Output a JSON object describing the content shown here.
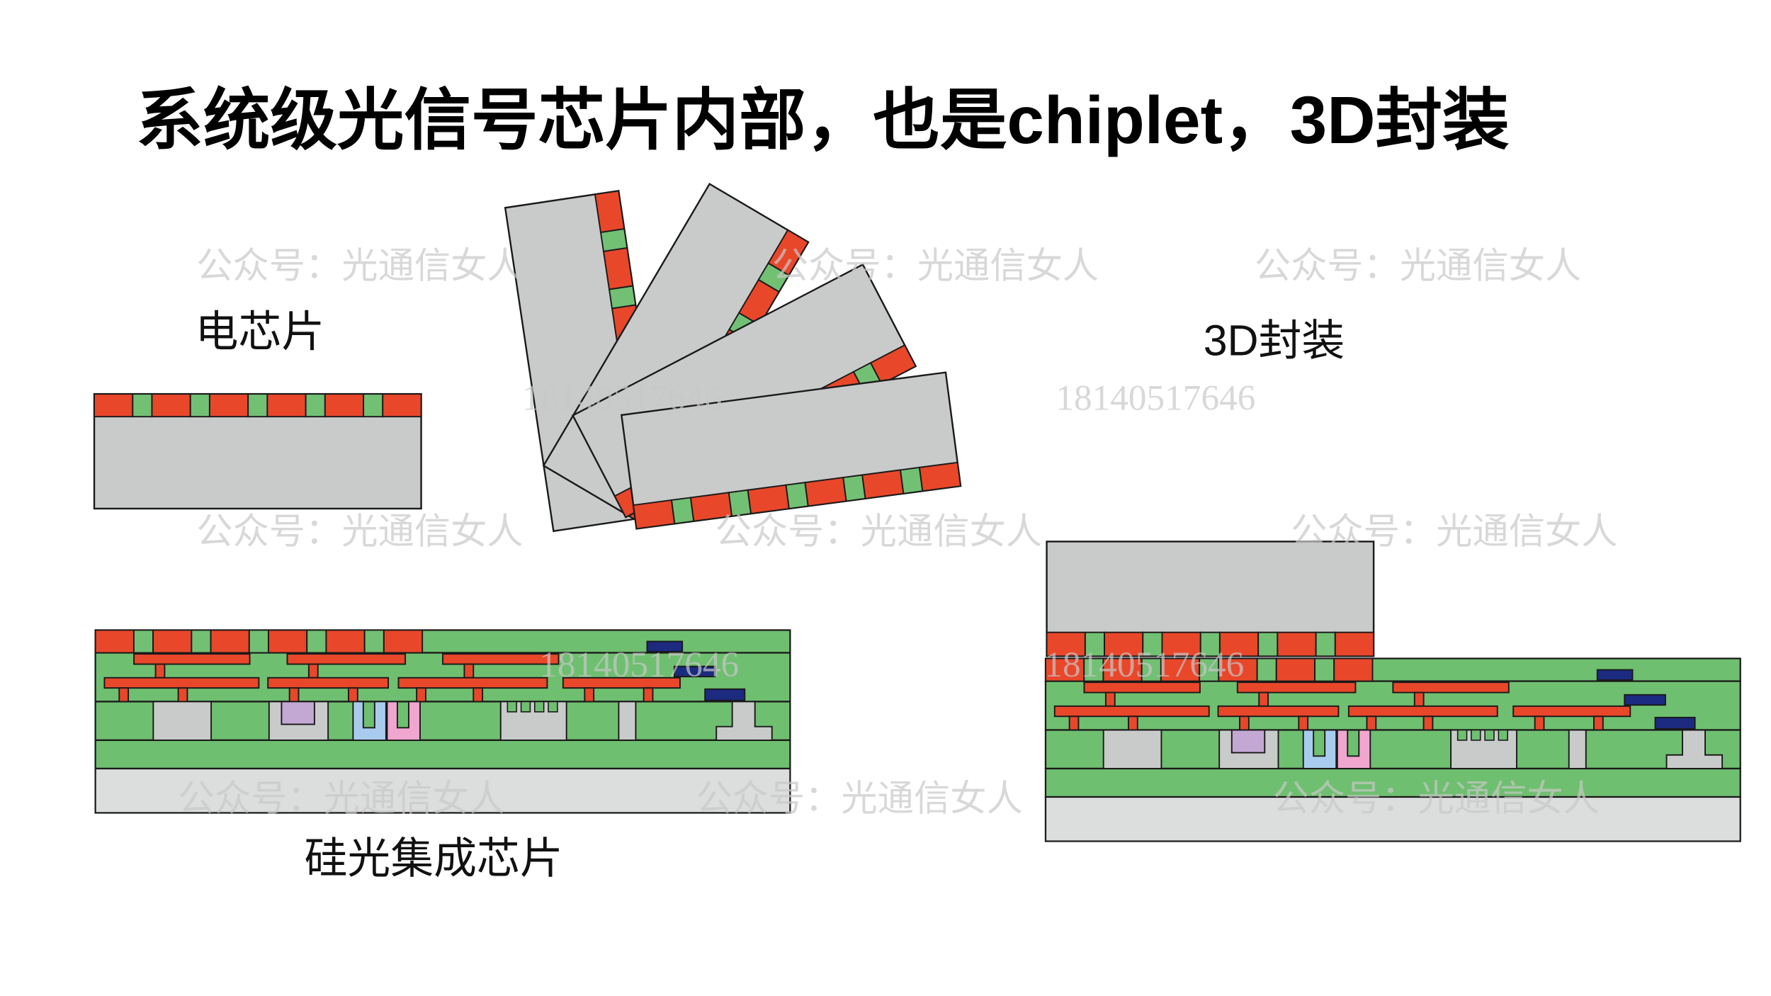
{
  "title": "系统级光信号芯片内部，也是chiplet，3D封装",
  "labels": {
    "electric_chip": "电芯片",
    "package_3d": "3D封装",
    "silicon_photonic_chip": "硅光集成芯片"
  },
  "watermark": {
    "account": "公众号：光通信女人",
    "phone": "18140517646"
  },
  "colors": {
    "pad_red": "#e9472a",
    "pad_green": "#72c074",
    "layer_green": "#6fbf70",
    "chip_gray": "#c9caca",
    "substrate_gray": "#dcdddd",
    "metal_red": "#e9472a",
    "dark_blue": "#1c2a80",
    "lilac": "#c4a8d4",
    "light_blue": "#a9ccee",
    "pink": "#f0a6cf",
    "outline": "#1a1a1a",
    "watermark": "#c8c8c8"
  }
}
